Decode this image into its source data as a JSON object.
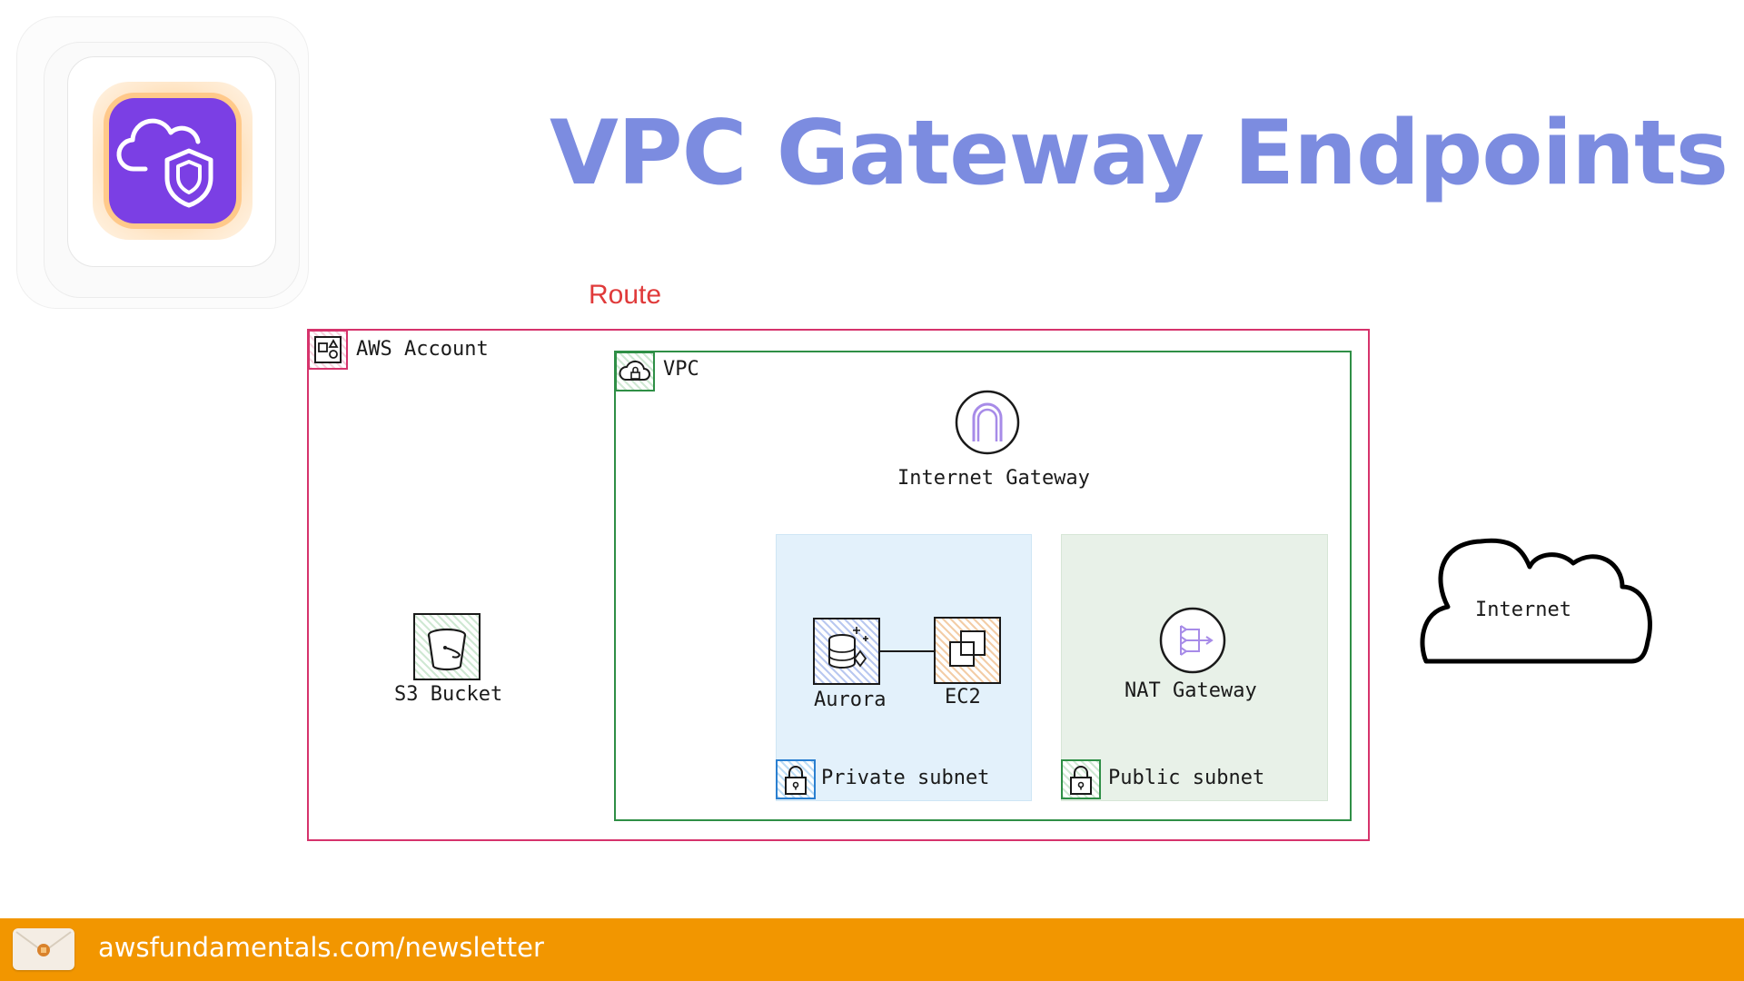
{
  "title": "VPC Gateway Endpoints",
  "route_label": "Route",
  "aws_account": {
    "label": "AWS Account"
  },
  "vpc": {
    "label": "VPC"
  },
  "internet_gateway": {
    "label": "Internet Gateway"
  },
  "s3_bucket": {
    "label": "S3 Bucket"
  },
  "private_subnet": {
    "label": "Private subnet",
    "resources": [
      "Aurora",
      "EC2"
    ]
  },
  "public_subnet": {
    "label": "Public subnet",
    "resources": [
      "NAT Gateway"
    ]
  },
  "internet": {
    "label": "Internet"
  },
  "footer": {
    "link": "awsfundamentals.com/newsletter"
  },
  "colors": {
    "title": "#7c8ce0",
    "route": "#e03a3a",
    "aws_account_border": "#d6336c",
    "vpc_border": "#2f8f46",
    "private_subnet_fill": "#e3f1fb",
    "public_subnet_fill": "#e8f1e8",
    "footer_bar": "#f29600",
    "logo_tile": "#7b3fe4"
  },
  "icons": [
    "vpc-shield-cloud-logo",
    "aws-account-icon",
    "vpc-cloud-lock-icon",
    "internet-gateway-icon",
    "s3-bucket-icon",
    "aurora-icon",
    "ec2-icon",
    "nat-gateway-icon",
    "lock-icon",
    "cloud-icon",
    "envelope-icon"
  ]
}
